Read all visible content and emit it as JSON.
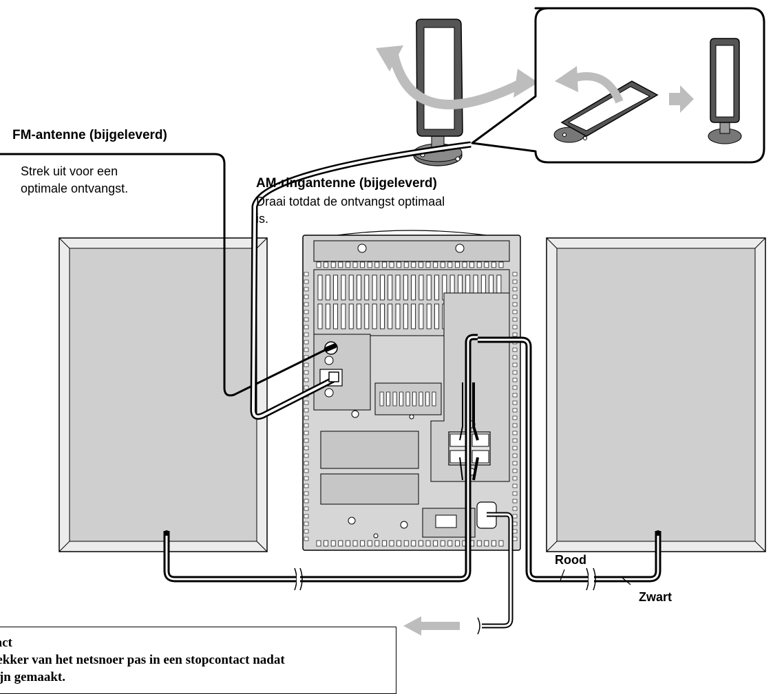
{
  "labels": {
    "fm_title": "FM-antenne (bijgeleverd)",
    "fm_desc_line1": "Strek uit voor een",
    "fm_desc_line2": "optimale ontvangst.",
    "am_title": "AM-ringantenne (bijgeleverd)",
    "am_desc_line1": "Draai totdat de ontvangst optimaal",
    "am_desc_line2": "is.",
    "wire_red": "Rood",
    "wire_black": "Zwart"
  },
  "note": {
    "line1": "stopcontact",
    "line2": "tekker van het netsnoer pas in een stopcontact nadat",
    "line3": "ndingen zijn gemaakt."
  },
  "colors": {
    "speaker_panel": "#cfcfcf",
    "speaker_frame": "#ececec",
    "unit_body": "#d6d6d6",
    "arrow_gray": "#bdbdbd",
    "line": "#000000"
  },
  "icons": [
    "speaker-left",
    "speaker-right",
    "main-unit-back-panel",
    "am-loop-antenna",
    "fm-wire-antenna",
    "power-cord",
    "rotate-arrow-icon",
    "right-arrow-icon"
  ]
}
